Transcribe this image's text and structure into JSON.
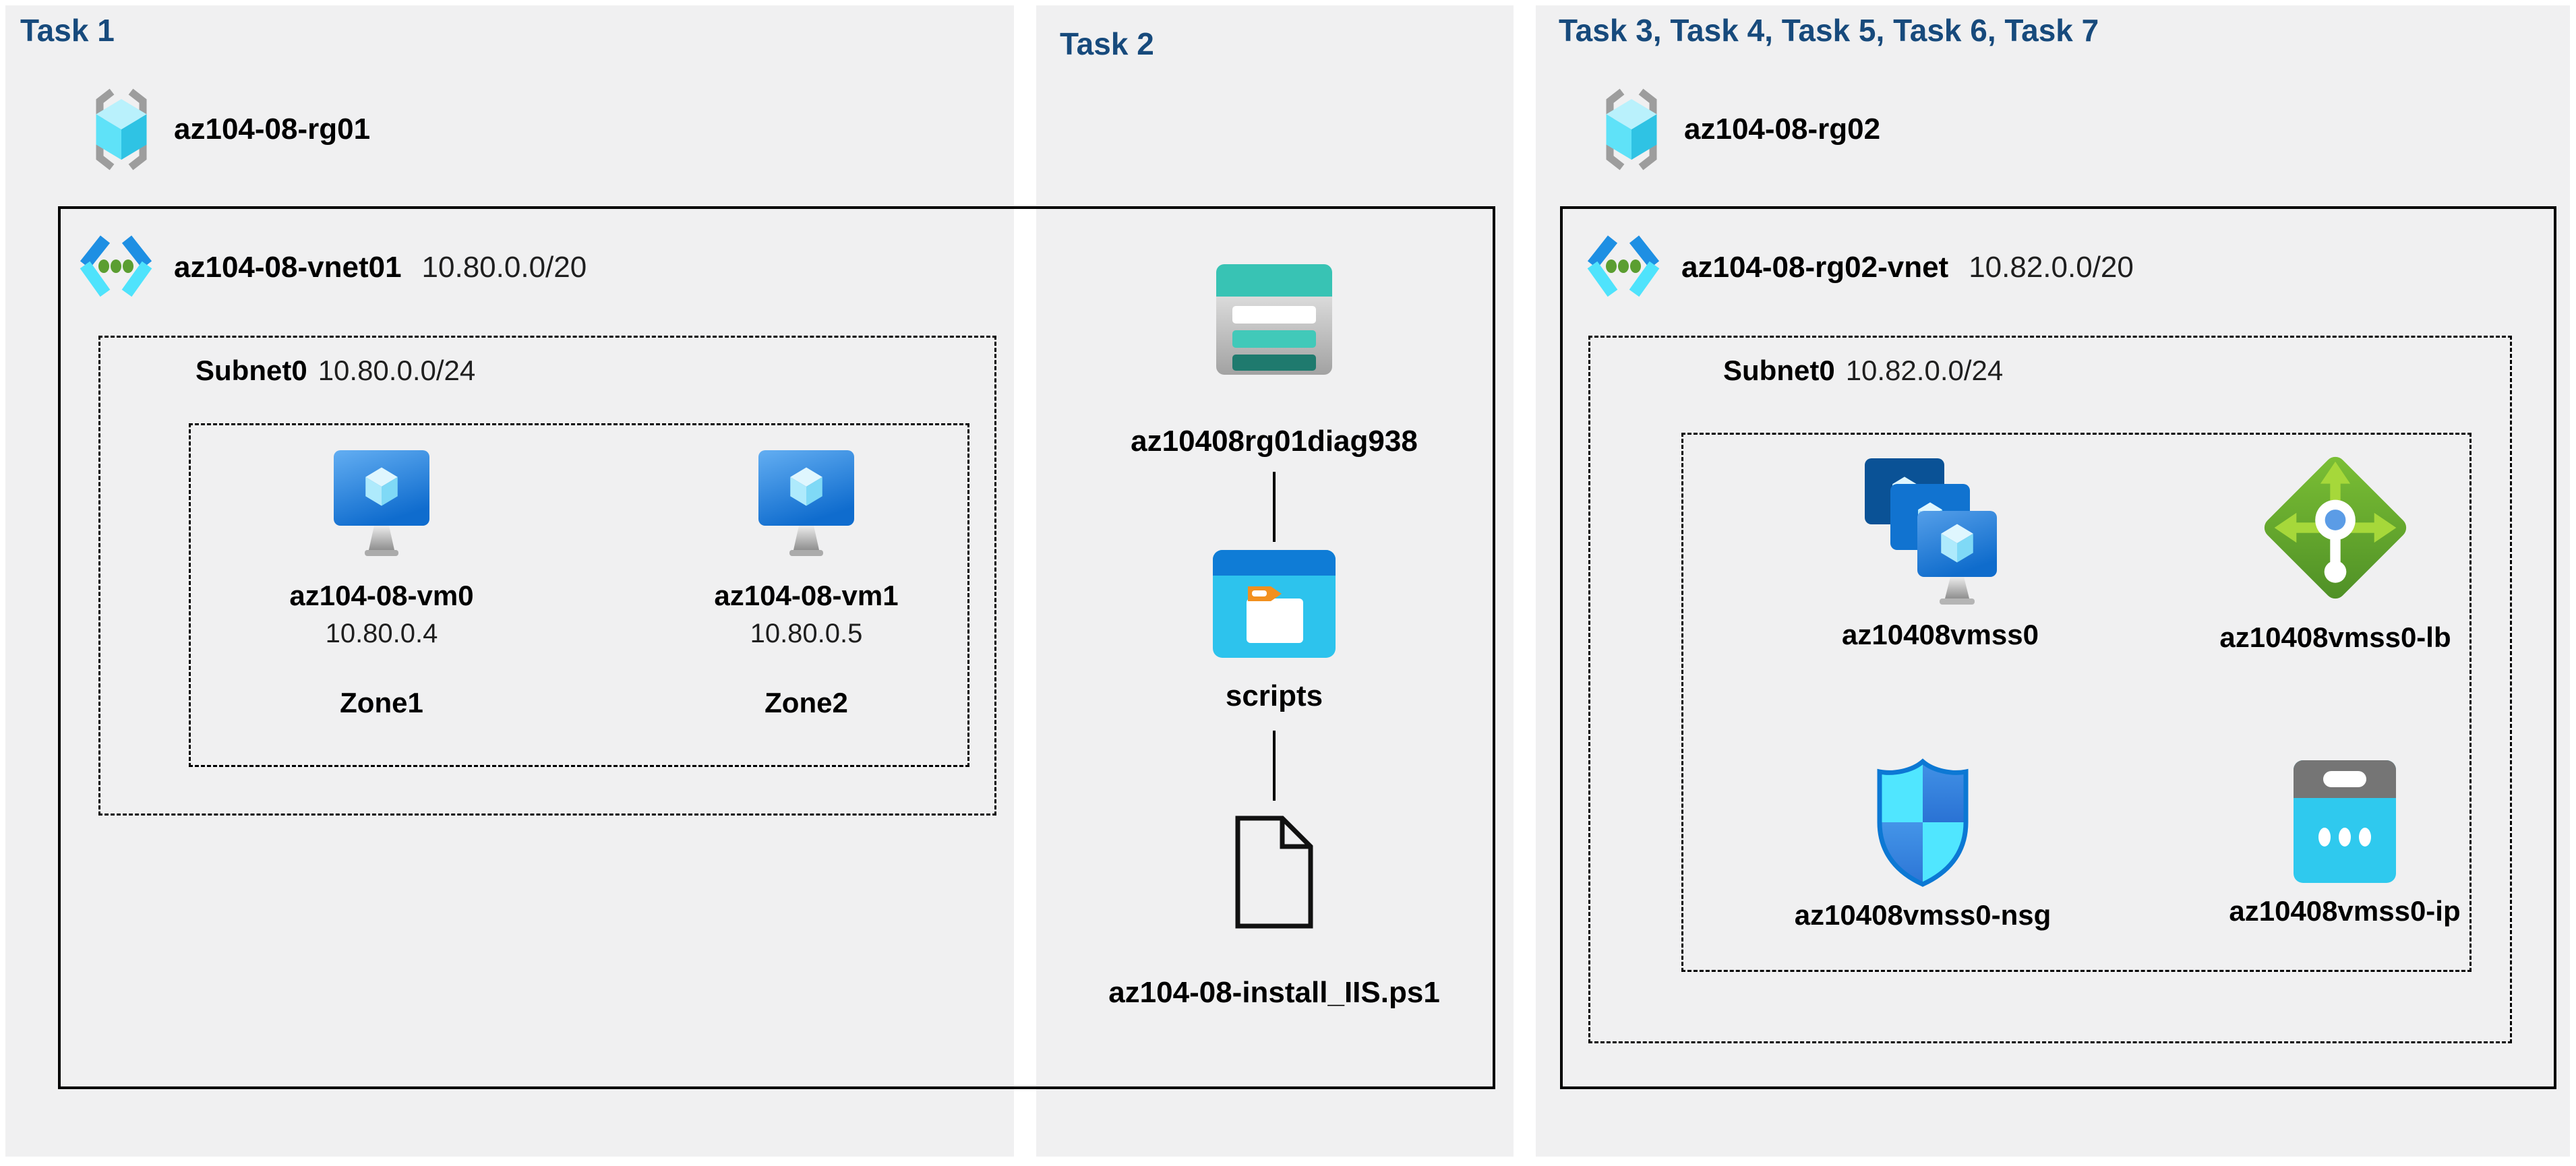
{
  "colors": {
    "header_navy": "#174a7c",
    "panel_gray": "#f0f0f1",
    "line_black": "#000000",
    "azure_blue": "#1272d4",
    "azure_cyan": "#50e6ff",
    "storage_teal": "#38c3b4",
    "lb_green": "#6fb72c",
    "folder_orange": "#f2901e"
  },
  "task1": {
    "header": "Task 1",
    "resource_group": "az104-08-rg01",
    "vnet_name": "az104-08-vnet01",
    "vnet_cidr": "10.80.0.0/20",
    "subnet_name": "Subnet0",
    "subnet_cidr": "10.80.0.0/24",
    "vms": [
      {
        "name": "az104-08-vm0",
        "ip": "10.80.0.4",
        "zone": "Zone1"
      },
      {
        "name": "az104-08-vm1",
        "ip": "10.80.0.5",
        "zone": "Zone2"
      }
    ]
  },
  "task2": {
    "header": "Task 2",
    "storage_account": "az10408rg01diag938",
    "container": "scripts",
    "script_file": "az104-08-install_IIS.ps1"
  },
  "task3": {
    "header": "Task 3, Task 4, Task 5, Task 6, Task 7",
    "resource_group": "az104-08-rg02",
    "vnet_name": "az104-08-rg02-vnet",
    "vnet_cidr": "10.82.0.0/20",
    "subnet_name": "Subnet0",
    "subnet_cidr": "10.82.0.0/24",
    "vmss": {
      "name": "az10408vmss0"
    },
    "load_balancer": {
      "name": "az10408vmss0-lb"
    },
    "nsg": {
      "name": "az10408vmss0-nsg"
    },
    "public_ip": {
      "name": "az10408vmss0-ip"
    }
  }
}
